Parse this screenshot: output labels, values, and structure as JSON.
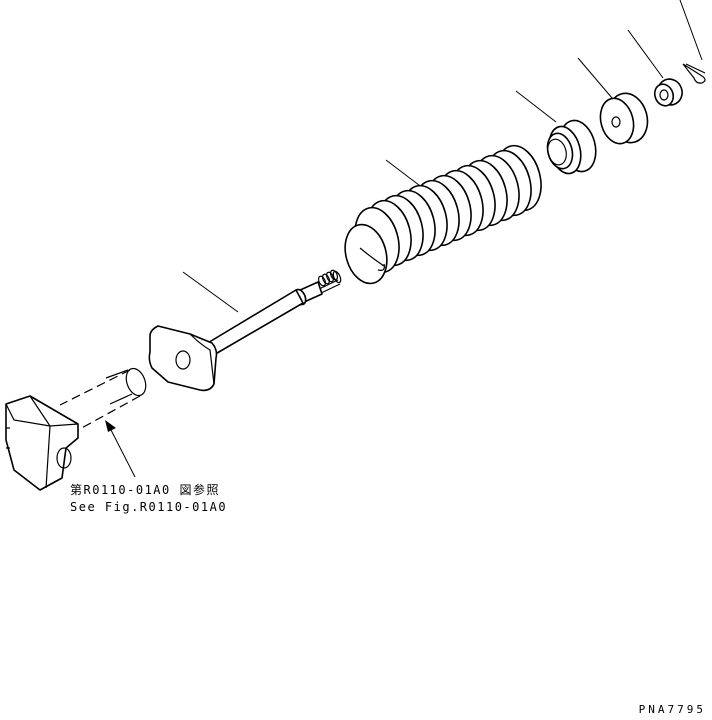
{
  "reference_note": {
    "japanese": "第R0110-01A0 図参照",
    "english": "See Fig.R0110-01A0"
  },
  "drawing_code": "PNA7795"
}
